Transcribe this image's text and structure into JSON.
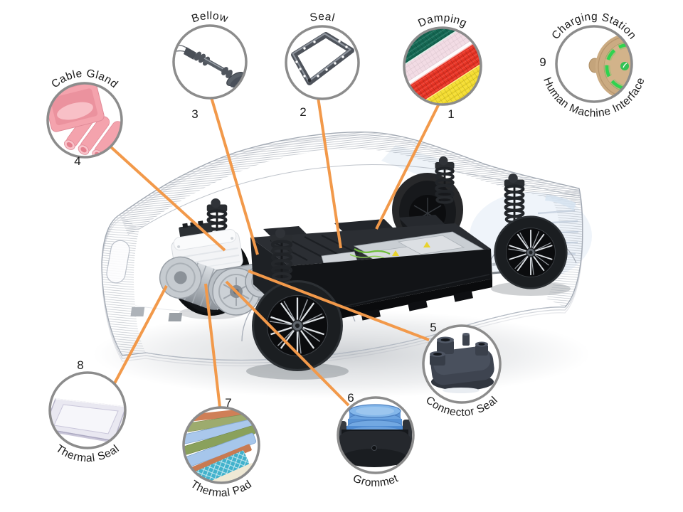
{
  "diagram": {
    "subject": "electric-vehicle-chassis-sealing-components",
    "colors": {
      "leader_line": "#F2994A",
      "circle_ring": "#8C8C8C",
      "label_text": "#1B1B1B",
      "battery_dark": "#24272C",
      "ghost_body_line": "#A2A9B3",
      "charging_led_green": "#2FD34F",
      "cable_gland_pink": "#F4A3AD",
      "grommet_blue": "#5E97D9",
      "damping_red": "#E93425",
      "damping_yellow": "#F4DD30",
      "damping_green": "#156A55"
    }
  },
  "callouts": [
    {
      "number": "1",
      "label": "Damping",
      "icon": "damping-foam-layers-icon"
    },
    {
      "number": "2",
      "label": "Seal",
      "icon": "gasket-frame-icon"
    },
    {
      "number": "3",
      "label": "Bellow",
      "icon": "bellow-shaft-icon"
    },
    {
      "number": "4",
      "label": "Cable Gland",
      "icon": "cable-gland-icon"
    },
    {
      "number": "5",
      "label": "Connector Seal",
      "icon": "connector-seal-icon"
    },
    {
      "number": "6",
      "label": "Grommet",
      "icon": "grommet-icon"
    },
    {
      "number": "7",
      "label": "Thermal Pad",
      "icon": "thermal-pad-stack-icon"
    },
    {
      "number": "8",
      "label": "Thermal Seal",
      "icon": "thermal-seal-plate-icon"
    },
    {
      "number": "9",
      "label": "Charging Station",
      "label_bottom": "Human Machine Interface",
      "icon": "charging-station-hmi-icon"
    }
  ]
}
